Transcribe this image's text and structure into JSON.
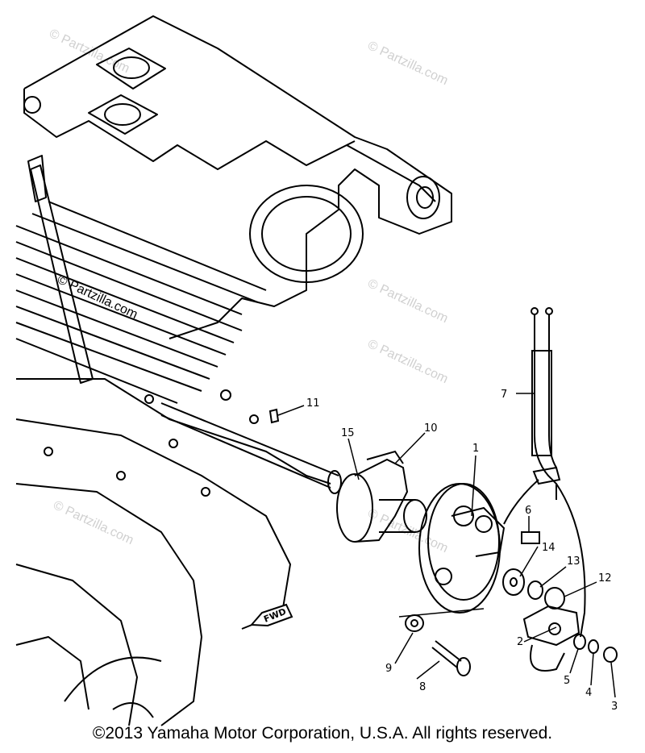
{
  "watermarks": [
    "© Partzilla.com",
    "© Partzilla.com",
    "© Partzilla.com",
    "© Partzilla.com",
    "© Partzilla.com",
    "© Partzilla.com",
    "© Partzilla.com"
  ],
  "direction_marker": "FWD",
  "callouts": [
    "1",
    "2",
    "3",
    "4",
    "5",
    "6",
    "7",
    "8",
    "9",
    "10",
    "11",
    "12",
    "13",
    "14",
    "15"
  ],
  "copyright": "©2013  Yamaha Motor Corporation, U.S.A. All rights reserved."
}
